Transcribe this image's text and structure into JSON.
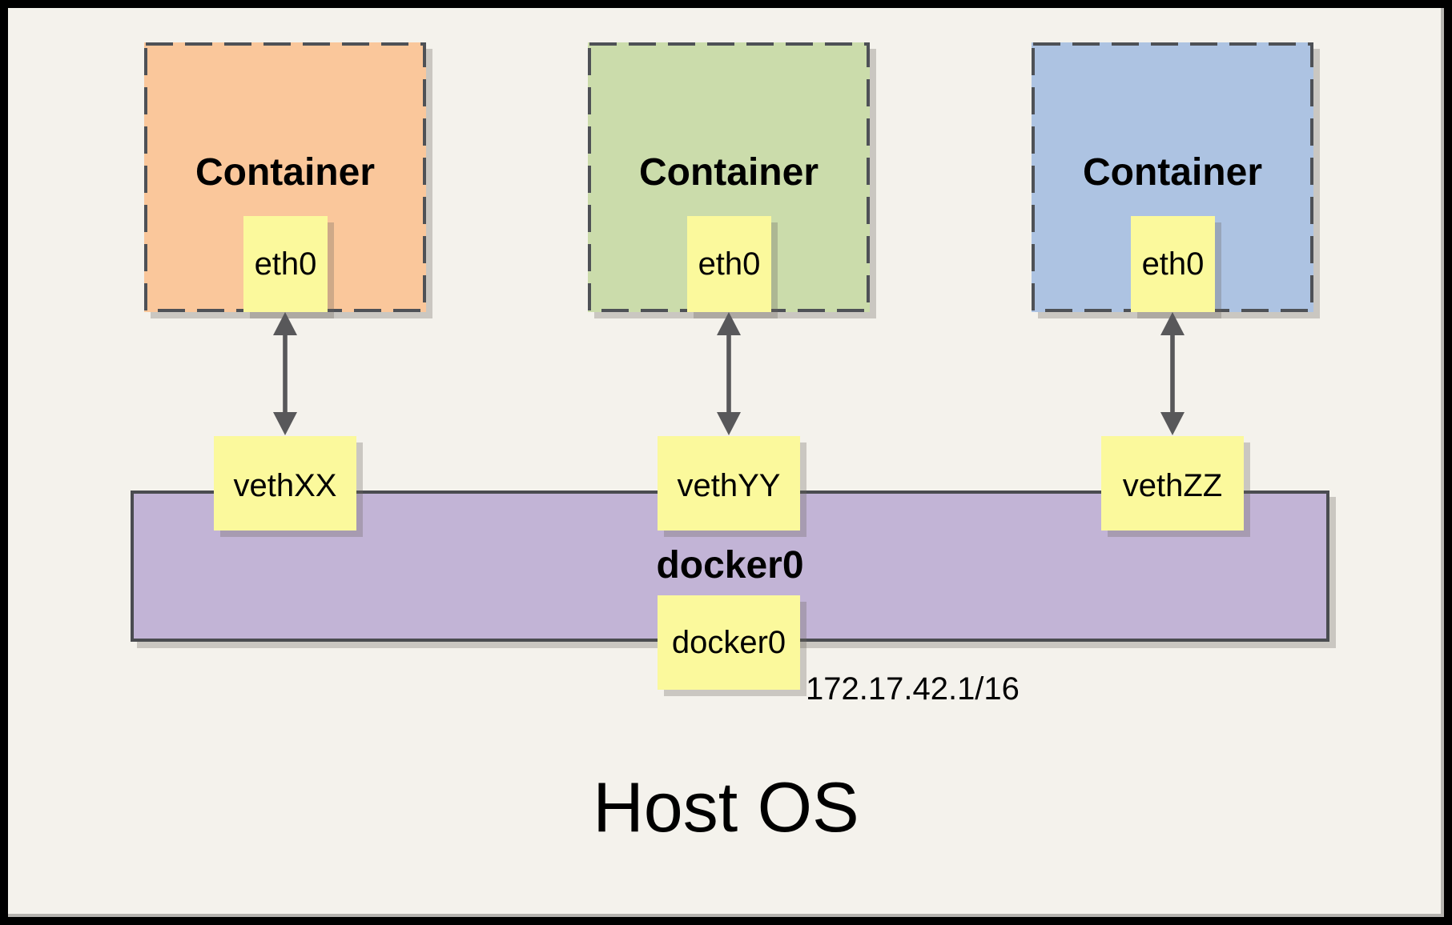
{
  "diagram": {
    "host_label": "Host OS",
    "bridge": {
      "name": "docker0",
      "interface": "docker0",
      "ip": "172.17.42.1/16"
    },
    "containers": [
      {
        "label": "Container",
        "interface": "eth0",
        "veth": "vethXX",
        "color": "#FAC79B"
      },
      {
        "label": "Container",
        "interface": "eth0",
        "veth": "vethYY",
        "color": "#CBDCAB"
      },
      {
        "label": "Container",
        "interface": "eth0",
        "veth": "vethZZ",
        "color": "#ADC3E2"
      }
    ],
    "colors": {
      "background": "#F4F2EC",
      "note_yellow": "#FBF99C",
      "bridge_purple": "#C2B4D6",
      "dash_border": "#4E5156",
      "bridge_border": "#4A4C50",
      "arrow": "#58585A"
    }
  }
}
